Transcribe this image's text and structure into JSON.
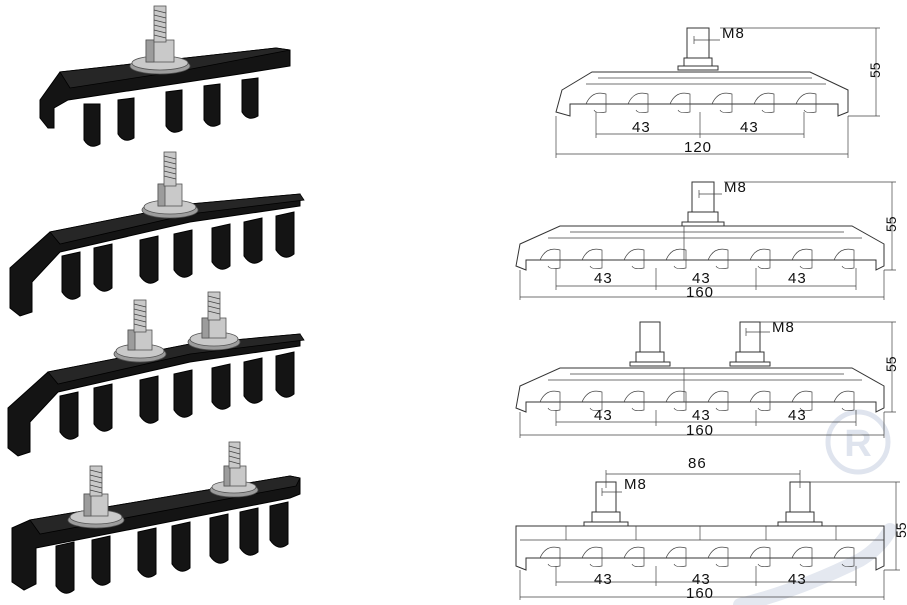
{
  "figure": {
    "views": [
      {
        "id": "view-1",
        "bolt_label": "M8",
        "height_label": "55",
        "pitch_labels": [
          "43",
          "43"
        ],
        "overall_label": "120"
      },
      {
        "id": "view-2",
        "bolt_label": "M8",
        "height_label": "55",
        "pitch_labels": [
          "43",
          "43",
          "43"
        ],
        "overall_label": "160"
      },
      {
        "id": "view-3",
        "bolt_label": "M8",
        "height_label": "55",
        "pitch_labels": [
          "43",
          "43",
          "43"
        ],
        "overall_label": "160"
      },
      {
        "id": "view-4",
        "bolt_label": "M8",
        "bolt_spacing_label": "86",
        "height_label": "55",
        "pitch_labels": [
          "43",
          "43",
          "43"
        ],
        "overall_label": "160"
      }
    ],
    "watermark_mark": "R",
    "colors": {
      "product": "#141414",
      "steel": "#c9c9c9",
      "line": "#333333",
      "watermark": "#dfe4ee"
    }
  }
}
